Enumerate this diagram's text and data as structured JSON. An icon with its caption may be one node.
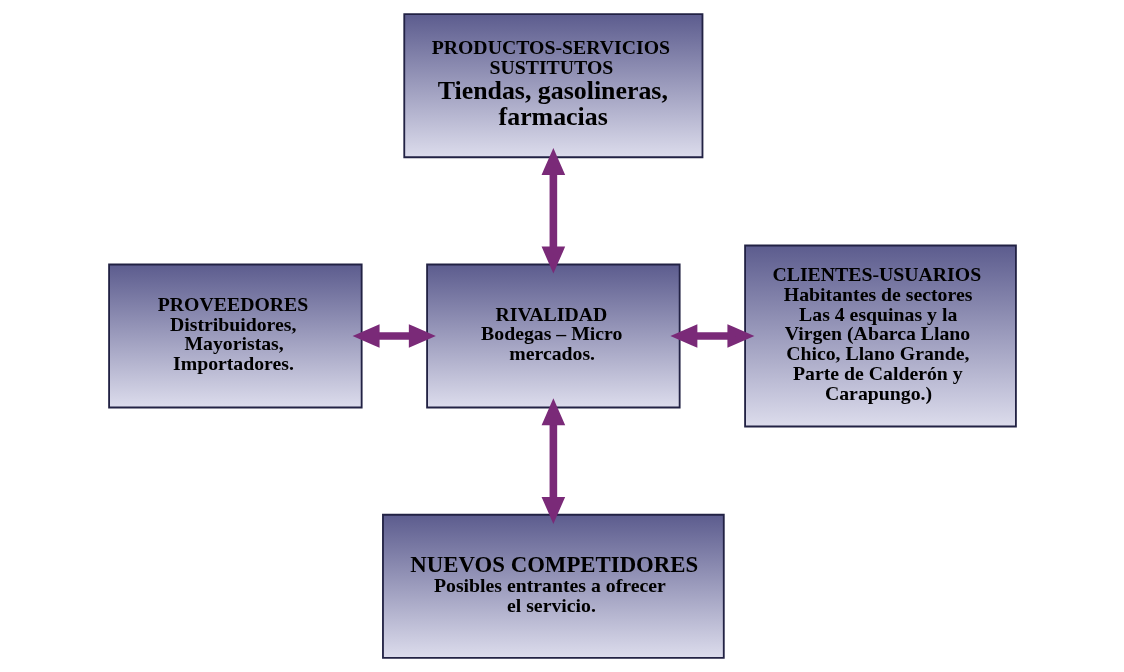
{
  "diagram": {
    "nodes": [
      {
        "text": [
          "PRODUCTOS-SERVICIOS SUSTITUTOS",
          "Tiendas, gasolineras, farmacias"
        ]
      },
      {
        "text": [
          "PROVEEDORES",
          "Distribuidores, Mayoristas, Importadores."
        ]
      },
      {
        "text": [
          "RIVALIDAD",
          "Bodegas – Micro mercados."
        ]
      },
      {
        "text": [
          "CLIENTES-USUARIOS",
          "Habitantes de sectores Las 4 esquinas y la Virgen (Abarca Llano Chico, Llano Grande, Parte de Calderón y Carapungo.)"
        ]
      },
      {
        "text": [
          "NUEVOS COMPETIDORES",
          "Posibles entrantes a ofrecer el servicio."
        ]
      }
    ],
    "edges": [
      {
        "from": 0,
        "to": 2,
        "arrow": "both"
      },
      {
        "from": 1,
        "to": 2,
        "arrow": "both"
      },
      {
        "from": 2,
        "to": 3,
        "arrow": "both"
      },
      {
        "from": 2,
        "to": 4,
        "arrow": "both"
      }
    ]
  }
}
